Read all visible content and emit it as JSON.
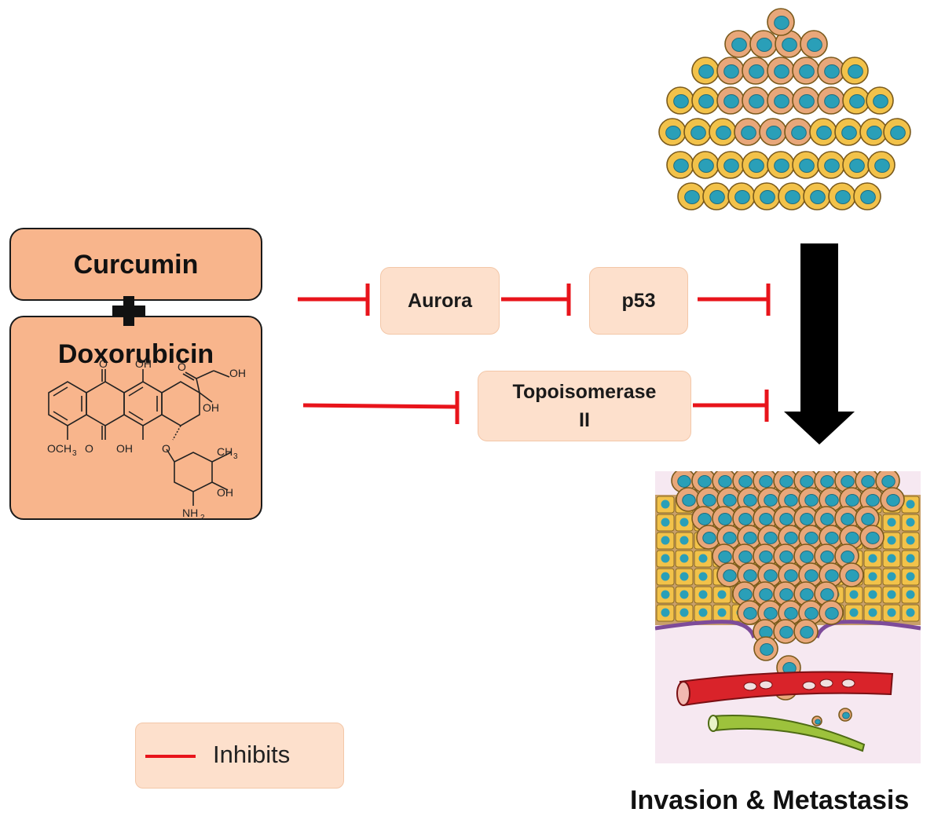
{
  "drugs": {
    "curcumin": "Curcumin",
    "doxorubicin": "Doxorubicin",
    "structure_labels": {
      "top_o_left": "O",
      "oh_top": "OH",
      "o_ketone": "O",
      "oh_chain": "OH",
      "oh_ring": "OH",
      "och3": "OCH",
      "och3_sub": "3",
      "o_bottom": "O",
      "oh_bottom": "OH",
      "o_link": "O",
      "ch3": "CH",
      "ch3_sub": "3",
      "oh_sugar": "OH",
      "nh2": "NH",
      "nh2_sub": "2"
    }
  },
  "nodes": {
    "aurora": "Aurora",
    "p53": "p53",
    "topo_line1": "Topoisomerase",
    "topo_line2": "II"
  },
  "legend": {
    "inhibits": "Inhibits"
  },
  "outcome": {
    "caption": "Invasion & Metastasis"
  },
  "colors": {
    "inhibit_line": "#e8141b",
    "drug_fill": "#f8b58c",
    "node_fill": "#fde0cc",
    "arrow": "#000000",
    "cell_fill": "#f2c24a",
    "nucleus": "#2a9fb8",
    "tumor_cell": "#e8a77a",
    "vessel_red": "#d9232a",
    "vessel_green": "#9dc23c"
  }
}
